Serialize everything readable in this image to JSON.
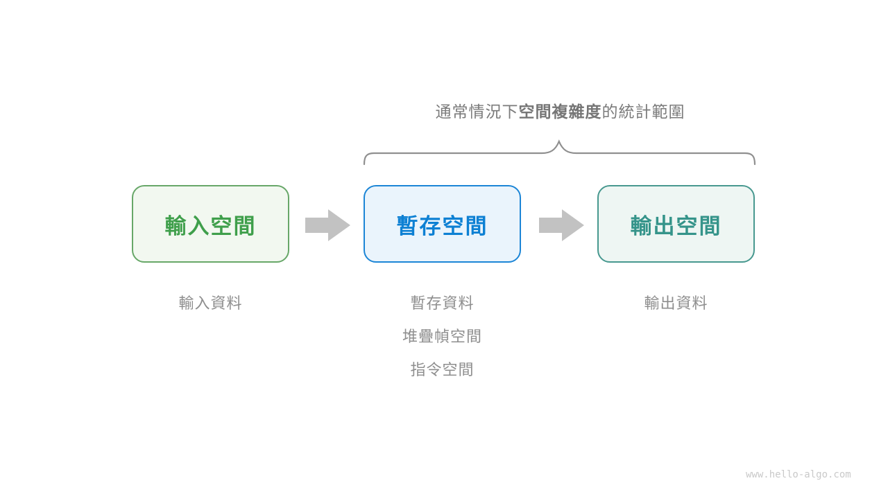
{
  "title": {
    "prefix": "通常情況下",
    "bold": "空間複雜度",
    "suffix": "的統計範圍"
  },
  "boxes": [
    {
      "id": "input-space",
      "label": "輸入空間",
      "notes": [
        "輸入資料"
      ]
    },
    {
      "id": "temp-space",
      "label": "暫存空間",
      "notes": [
        "暫存資料",
        "堆疊幀空間",
        "指令空間"
      ]
    },
    {
      "id": "output-space",
      "label": "輸出空間",
      "notes": [
        "輸出資料"
      ]
    }
  ],
  "icons": {
    "arrow_1": "arrow-right-icon",
    "arrow_2": "arrow-right-icon",
    "brace": "curly-brace-top-icon"
  },
  "colors": {
    "input_border": "#67a768",
    "input_bg": "#f2f8f0",
    "input_text": "#3f9f4b",
    "temp_border": "#1b85d6",
    "temp_bg": "#eaf4fc",
    "temp_text": "#0d80d3",
    "output_border": "#47988f",
    "output_bg": "#eef6f3",
    "output_text": "#35948a",
    "arrow": "#c2c2c2",
    "brace": "#8f8f8f",
    "title_text": "#7b7b7b",
    "note_text": "#8e8e8e",
    "watermark_text": "#c9c9c9"
  },
  "watermark": "www.hello-algo.com"
}
